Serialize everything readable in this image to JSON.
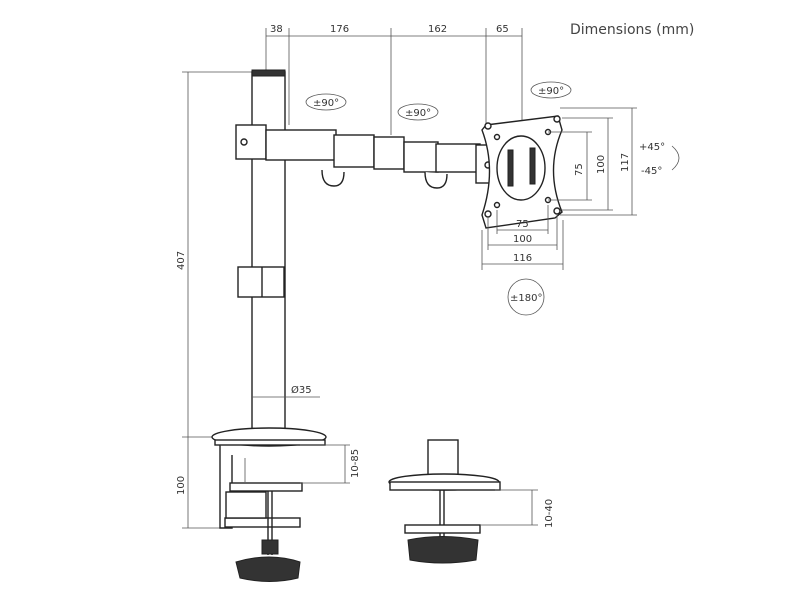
{
  "title": "Dimensions (mm)",
  "dims": {
    "top": [
      "38",
      "176",
      "162",
      "65"
    ],
    "height": "407",
    "clamp_height": "100",
    "pole_diameter": "Ø35",
    "desk_clamp": "10-85",
    "grommet": "10-40",
    "vesa_h": [
      "75",
      "100",
      "116"
    ],
    "vesa_v": [
      "75",
      "100",
      "117"
    ]
  },
  "rotations": {
    "arm1": "±90°",
    "arm2": "±90°",
    "head": "±90°",
    "tilt_up": "+45°",
    "tilt_down": "-45°",
    "rotate": "±180°"
  }
}
